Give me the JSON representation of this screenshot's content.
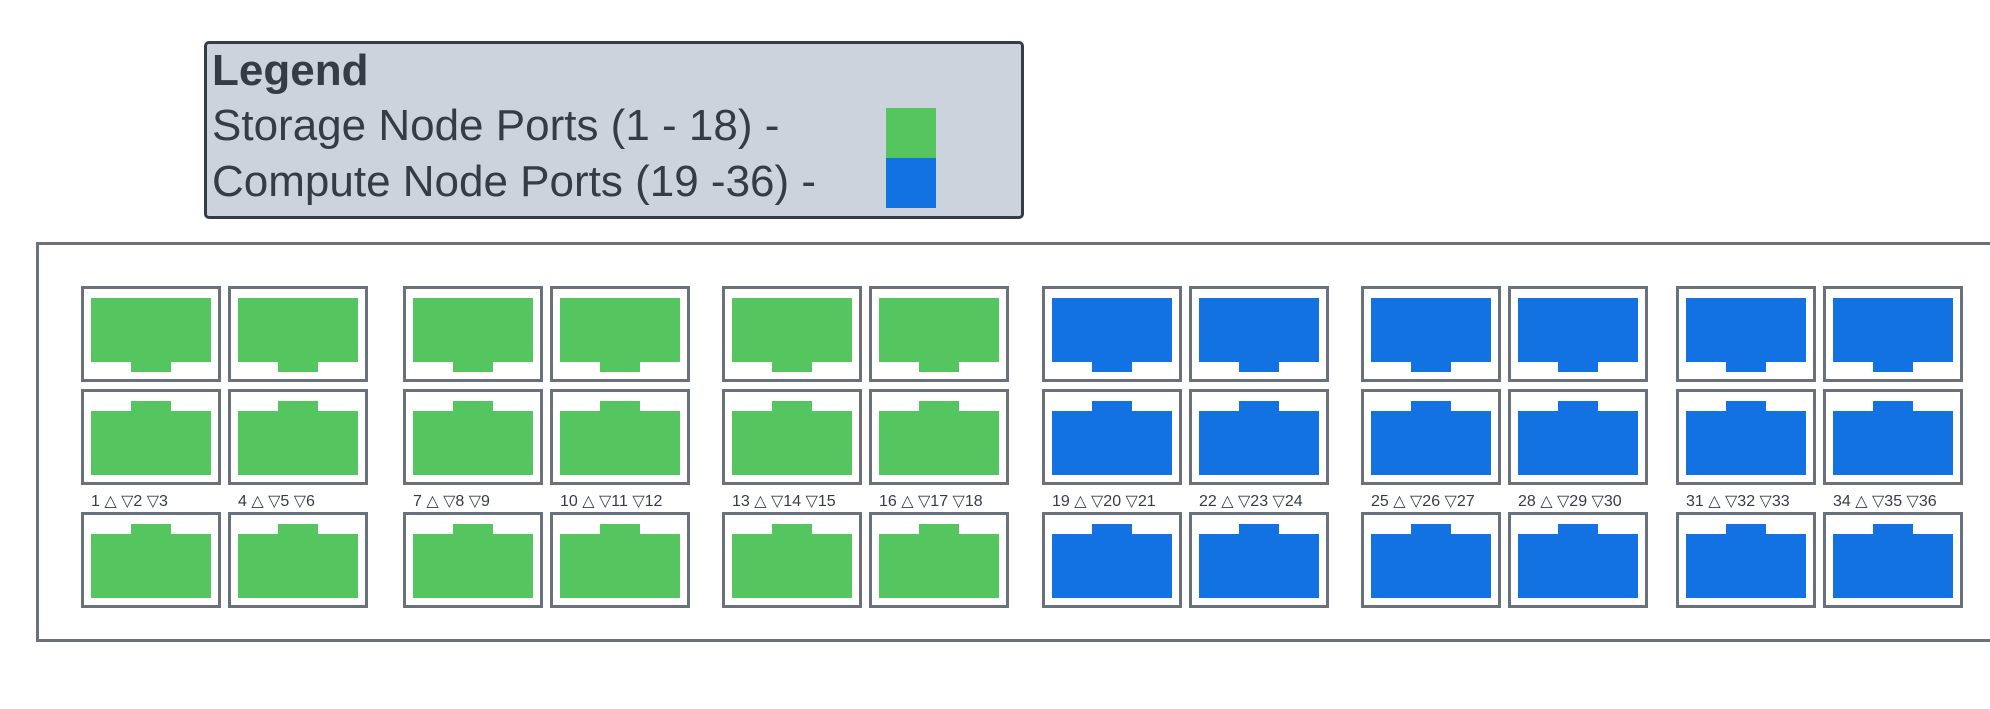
{
  "colors": {
    "storage": "#55c55f",
    "compute": "#1272e2",
    "frame": "#6b717c",
    "legend_bg": "#cdd3dc",
    "text": "#363c46"
  },
  "legend": {
    "title": "Legend",
    "storage_label": "Storage Node Ports (1 - 18) -",
    "compute_label": "Compute Node Ports (19 -36) -"
  },
  "groups": [
    {
      "type": "storage",
      "labels": [
        "1 △  ▽2  ▽3",
        "4 △  ▽5  ▽6"
      ]
    },
    {
      "type": "storage",
      "labels": [
        "7 △  ▽8  ▽9",
        "10 △ ▽11 ▽12"
      ]
    },
    {
      "type": "storage",
      "labels": [
        "13 △ ▽14 ▽15",
        "16 △ ▽17 ▽18"
      ]
    },
    {
      "type": "compute",
      "labels": [
        "19 △ ▽20 ▽21",
        "22 △ ▽23 ▽24"
      ]
    },
    {
      "type": "compute",
      "labels": [
        "25 △ ▽26 ▽27",
        "28 △ ▽29 ▽30"
      ]
    },
    {
      "type": "compute",
      "labels": [
        "31 △ ▽32 ▽33",
        "34 △ ▽35 ▽36"
      ]
    }
  ]
}
